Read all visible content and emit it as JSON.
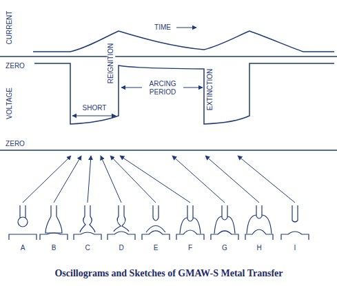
{
  "diagram": {
    "caption": "Oscillograms and Sketches of GMAW-S Metal Transfer",
    "labels": [
      "CURRENT",
      "TIME",
      "ZERO",
      "REIGNITION",
      "VOLTAGE",
      "ARCING PERIOD",
      "SHORT",
      "EXTINCTION",
      "ZERO",
      "A",
      "B",
      "C",
      "D",
      "E",
      "F",
      "G",
      "H",
      "I"
    ]
  }
}
